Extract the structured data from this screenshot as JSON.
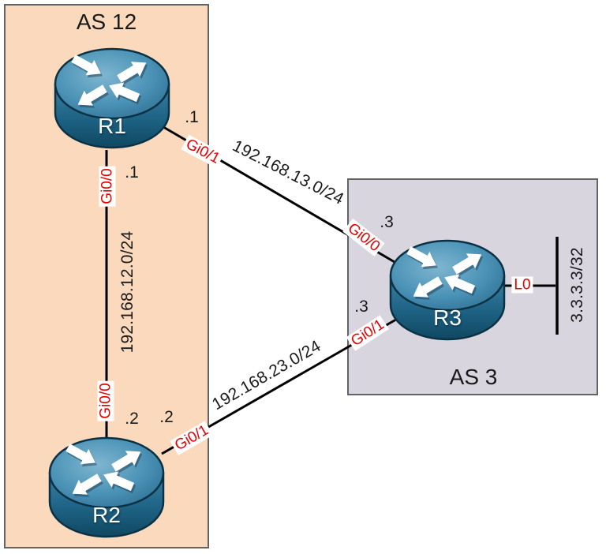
{
  "as_groups": {
    "as12": {
      "label": "AS 12",
      "fill": "#FAD9BC"
    },
    "as3": {
      "label": "AS 3",
      "fill": "#D8D5DE"
    }
  },
  "routers": {
    "r1": {
      "name": "R1"
    },
    "r2": {
      "name": "R2"
    },
    "r3": {
      "name": "R3"
    }
  },
  "links": {
    "r1_r2": {
      "network": "192.168.12.0/24",
      "r1_interface": "Gi0/0",
      "r1_ip": ".1",
      "r2_interface": "Gi0/0",
      "r2_ip": ".2"
    },
    "r1_r3": {
      "network": "192.168.13.0/24",
      "r1_interface": "Gi0/1",
      "r1_ip": ".1",
      "r3_interface": "Gi0/0",
      "r3_ip": ".3"
    },
    "r2_r3": {
      "network": "192.168.23.0/24",
      "r2_interface": "Gi0/1",
      "r2_ip": ".2",
      "r3_interface": "Gi0/1",
      "r3_ip": ".3"
    },
    "r3_loopback": {
      "interface": "L0",
      "network": "3.3.3.3/32"
    }
  },
  "colors": {
    "interface_text": "#E60000",
    "line": "#000000",
    "box_border": "#636363",
    "router_blue": "#2A6A8C"
  }
}
